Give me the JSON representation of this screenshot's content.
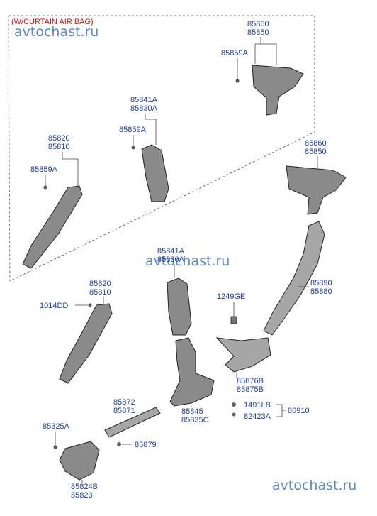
{
  "header": {
    "curtain_airbag": "(W/CURTAIN AIR BAG)"
  },
  "watermarks": [
    "avtochast.ru",
    "avtochast.ru",
    "avtochast.ru"
  ],
  "labels": {
    "p85860_top": "85860",
    "p85850_top": "85850",
    "p85859A_top": "85859A",
    "p85841A_top": "85841A",
    "p85830A_top": "85830A",
    "p85859A_mid": "85859A",
    "p85820_top": "85820",
    "p85810_top": "85810",
    "p85859A_left": "85859A",
    "p85860_right": "85860",
    "p85850_right": "85850",
    "p85841A_mid": "85841A",
    "p85830A_mid": "85830A",
    "p85820_low": "85820",
    "p85810_low": "85810",
    "p1014DD": "1014DD",
    "p1249GE": "1249GE",
    "p85890": "85890",
    "p85880": "85880",
    "p85876B": "85876B",
    "p85875B": "85875B",
    "p85845": "85845",
    "p85835C": "85835C",
    "p1491LB": "1491LB",
    "p82423A": "82423A",
    "p86910": "86910",
    "p85872": "85872",
    "p85871": "85871",
    "p85879": "85879",
    "p85325A": "85325A",
    "p85824B": "85824B",
    "p85823": "85823"
  }
}
